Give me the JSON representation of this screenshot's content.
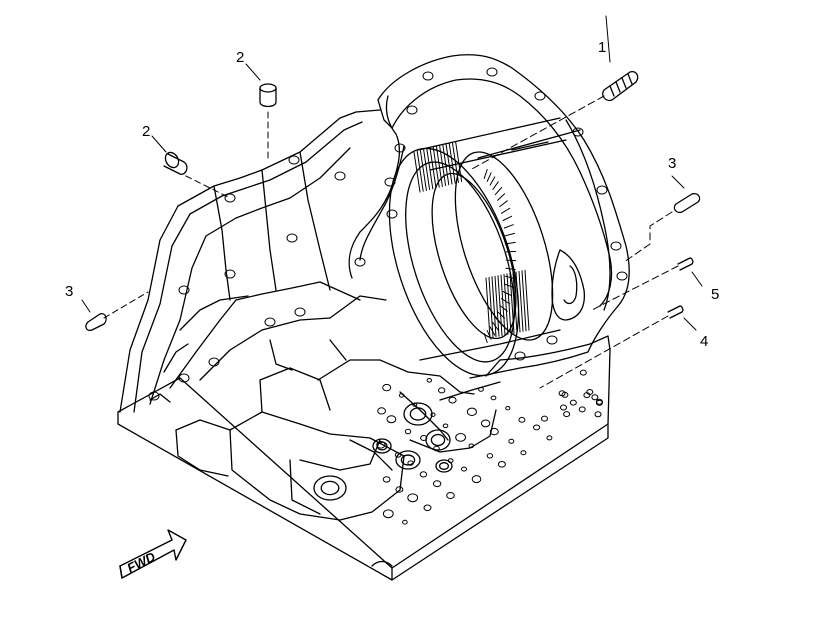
{
  "diagram": {
    "callouts": {
      "c1": "1",
      "c2a": "2",
      "c2b": "2",
      "c3a": "3",
      "c3b": "3",
      "c4": "4",
      "c5": "5"
    },
    "fwd_label": "FWD",
    "line_color": "#000000",
    "background": "#ffffff"
  }
}
